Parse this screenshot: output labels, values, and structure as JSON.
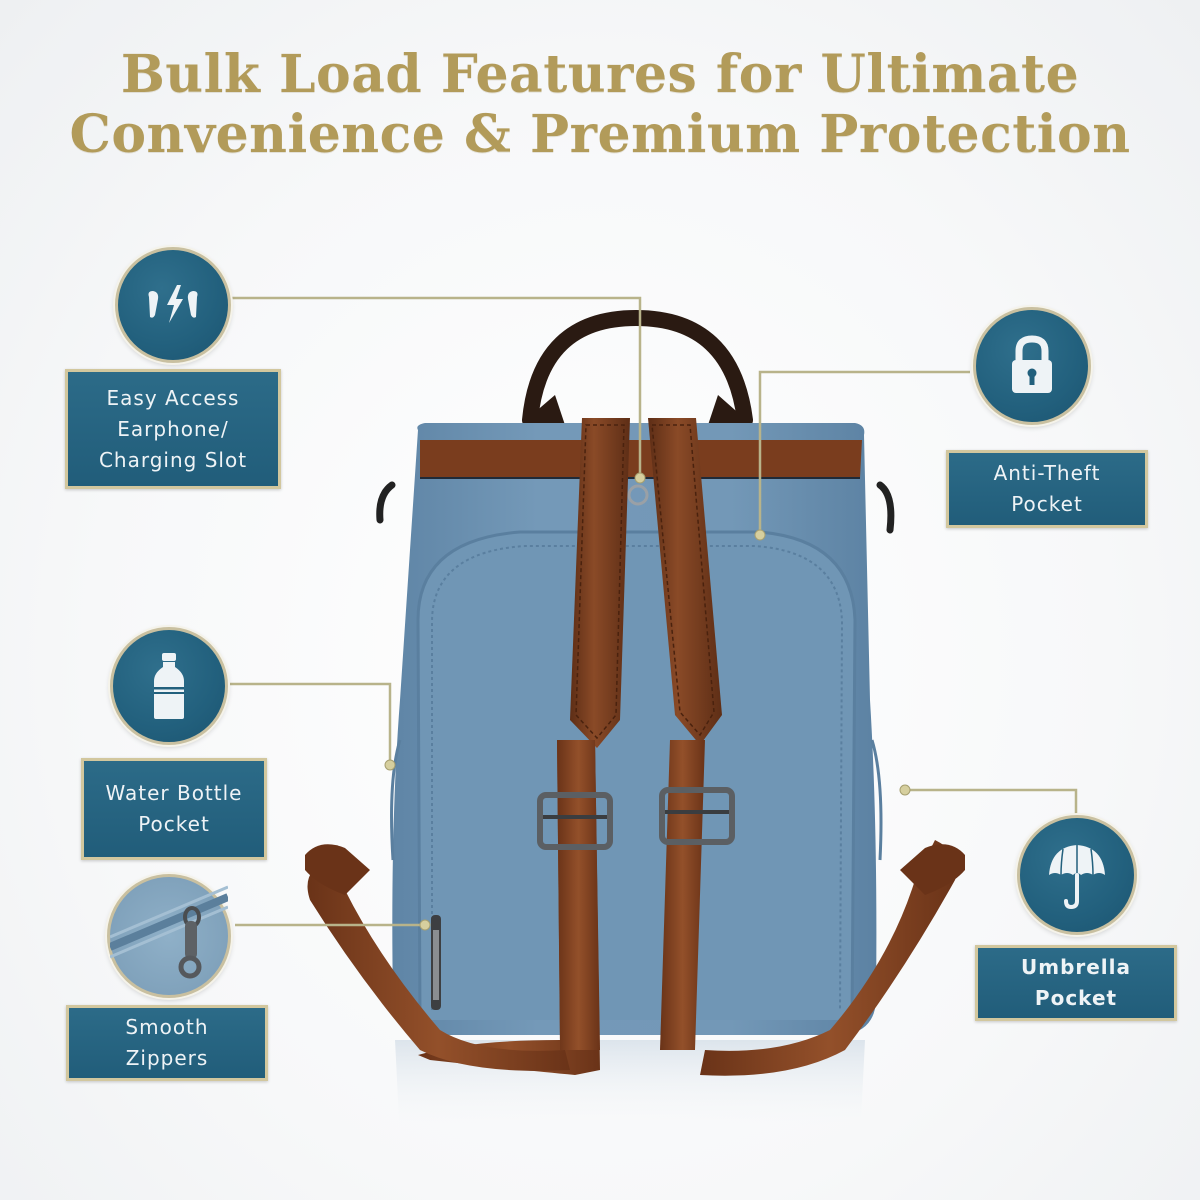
{
  "title": {
    "line1": "Bulk Load Features for Ultimate",
    "line2": "Convenience & Premium Protection"
  },
  "colors": {
    "title_gold": "#b29b5a",
    "badge_teal": "#22607d",
    "border_gold": "#d2c79e",
    "connector_line": "#b8b38a",
    "backpack_blue": "#6f93b2",
    "leather_brown": "#7a3f22"
  },
  "features": [
    {
      "id": "earphone",
      "icon": "earbuds-charging-icon",
      "lines": [
        "Easy Access",
        "Earphone/",
        "Charging Slot"
      ]
    },
    {
      "id": "anti-theft",
      "icon": "padlock-icon",
      "lines": [
        "Anti-Theft",
        "Pocket"
      ]
    },
    {
      "id": "water-bottle",
      "icon": "water-bottle-icon",
      "lines": [
        "Water Bottle",
        "Pocket"
      ]
    },
    {
      "id": "zippers",
      "icon": "zipper-closeup-icon",
      "lines": [
        "Smooth",
        "Zippers"
      ]
    },
    {
      "id": "umbrella",
      "icon": "umbrella-icon",
      "lines": [
        "Umbrella",
        "Pocket"
      ]
    }
  ],
  "product": {
    "name": "Blue backpack with brown leather straps",
    "view": "back view"
  }
}
